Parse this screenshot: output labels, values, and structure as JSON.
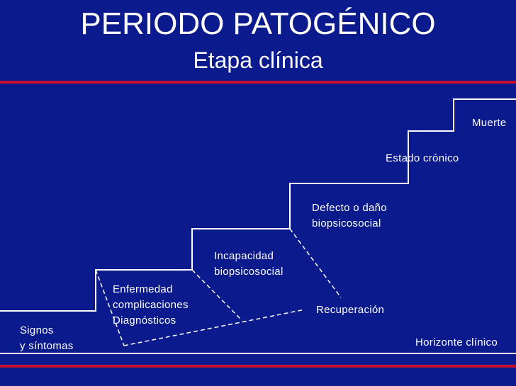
{
  "slide": {
    "title": "PERIODO PATOGÉNICO",
    "subtitle": "Etapa clínica",
    "accent_color": "#c8102e",
    "background_color": "#0b1a8c"
  },
  "stages": {
    "signos": "Signos\ny síntomas",
    "enfermedad": "Enfermedad\ncomplicaciones\nDiagnósticos",
    "incapacidad": "Incapacidad\nbiopsicosocial",
    "defecto": "Defecto o daño\nbiopsicosocial",
    "cronico": "Estado crónico",
    "muerte": "Muerte",
    "recuperacion": "Recuperación",
    "horizonte": "Horizonte clínico"
  }
}
